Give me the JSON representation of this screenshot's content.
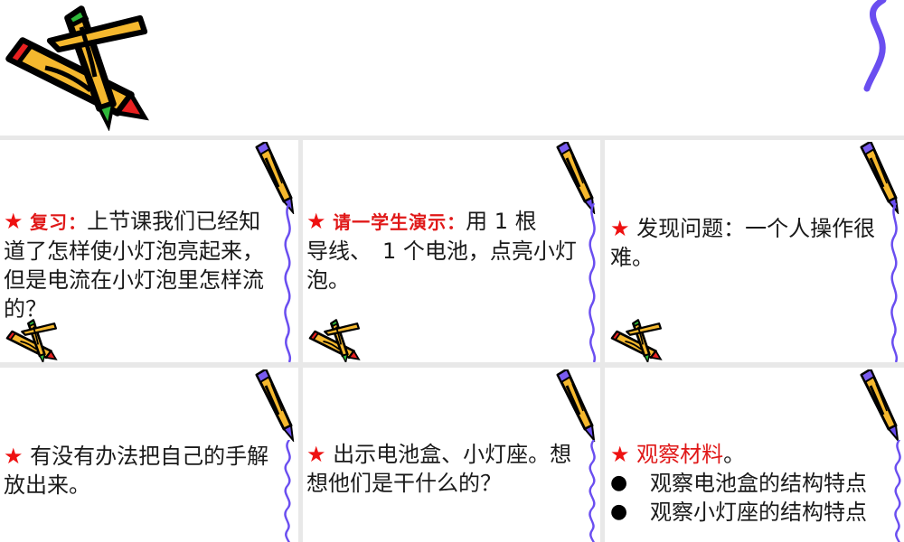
{
  "slide": {
    "background_color": "#e8e8e8",
    "accent_color": "#e01818",
    "squiggle_color": "#6a4ef0"
  },
  "header": {
    "decoration": "crossed-pencils-icon",
    "squiggle": "purple-squiggle-icon"
  },
  "cells": [
    {
      "star": "★",
      "label": "复习：",
      "body": "上节课我们已经知道了怎样使小灯泡亮起来，但是电流在小灯泡里怎样流的？"
    },
    {
      "star": "★",
      "label": "请一学生演示：",
      "body_line1": "用 1 根",
      "body_rest": "导线、　1 个电池，点亮小灯泡。"
    },
    {
      "star": "★",
      "body": "发现问题：一个人操作很难。"
    },
    {
      "star": "★",
      "body": "有没有办法把自己的手解放出来。"
    },
    {
      "star": "★",
      "body": "出示电池盒、小灯座。想想他们是干什么的？"
    },
    {
      "star": "★",
      "label": "观察材料",
      "label_suffix": "。",
      "bullets": [
        {
          "bullet": "●",
          "text": "观察电池盒的结构特点"
        },
        {
          "bullet": "●",
          "text": "观察小灯座的结构特点"
        }
      ]
    }
  ]
}
